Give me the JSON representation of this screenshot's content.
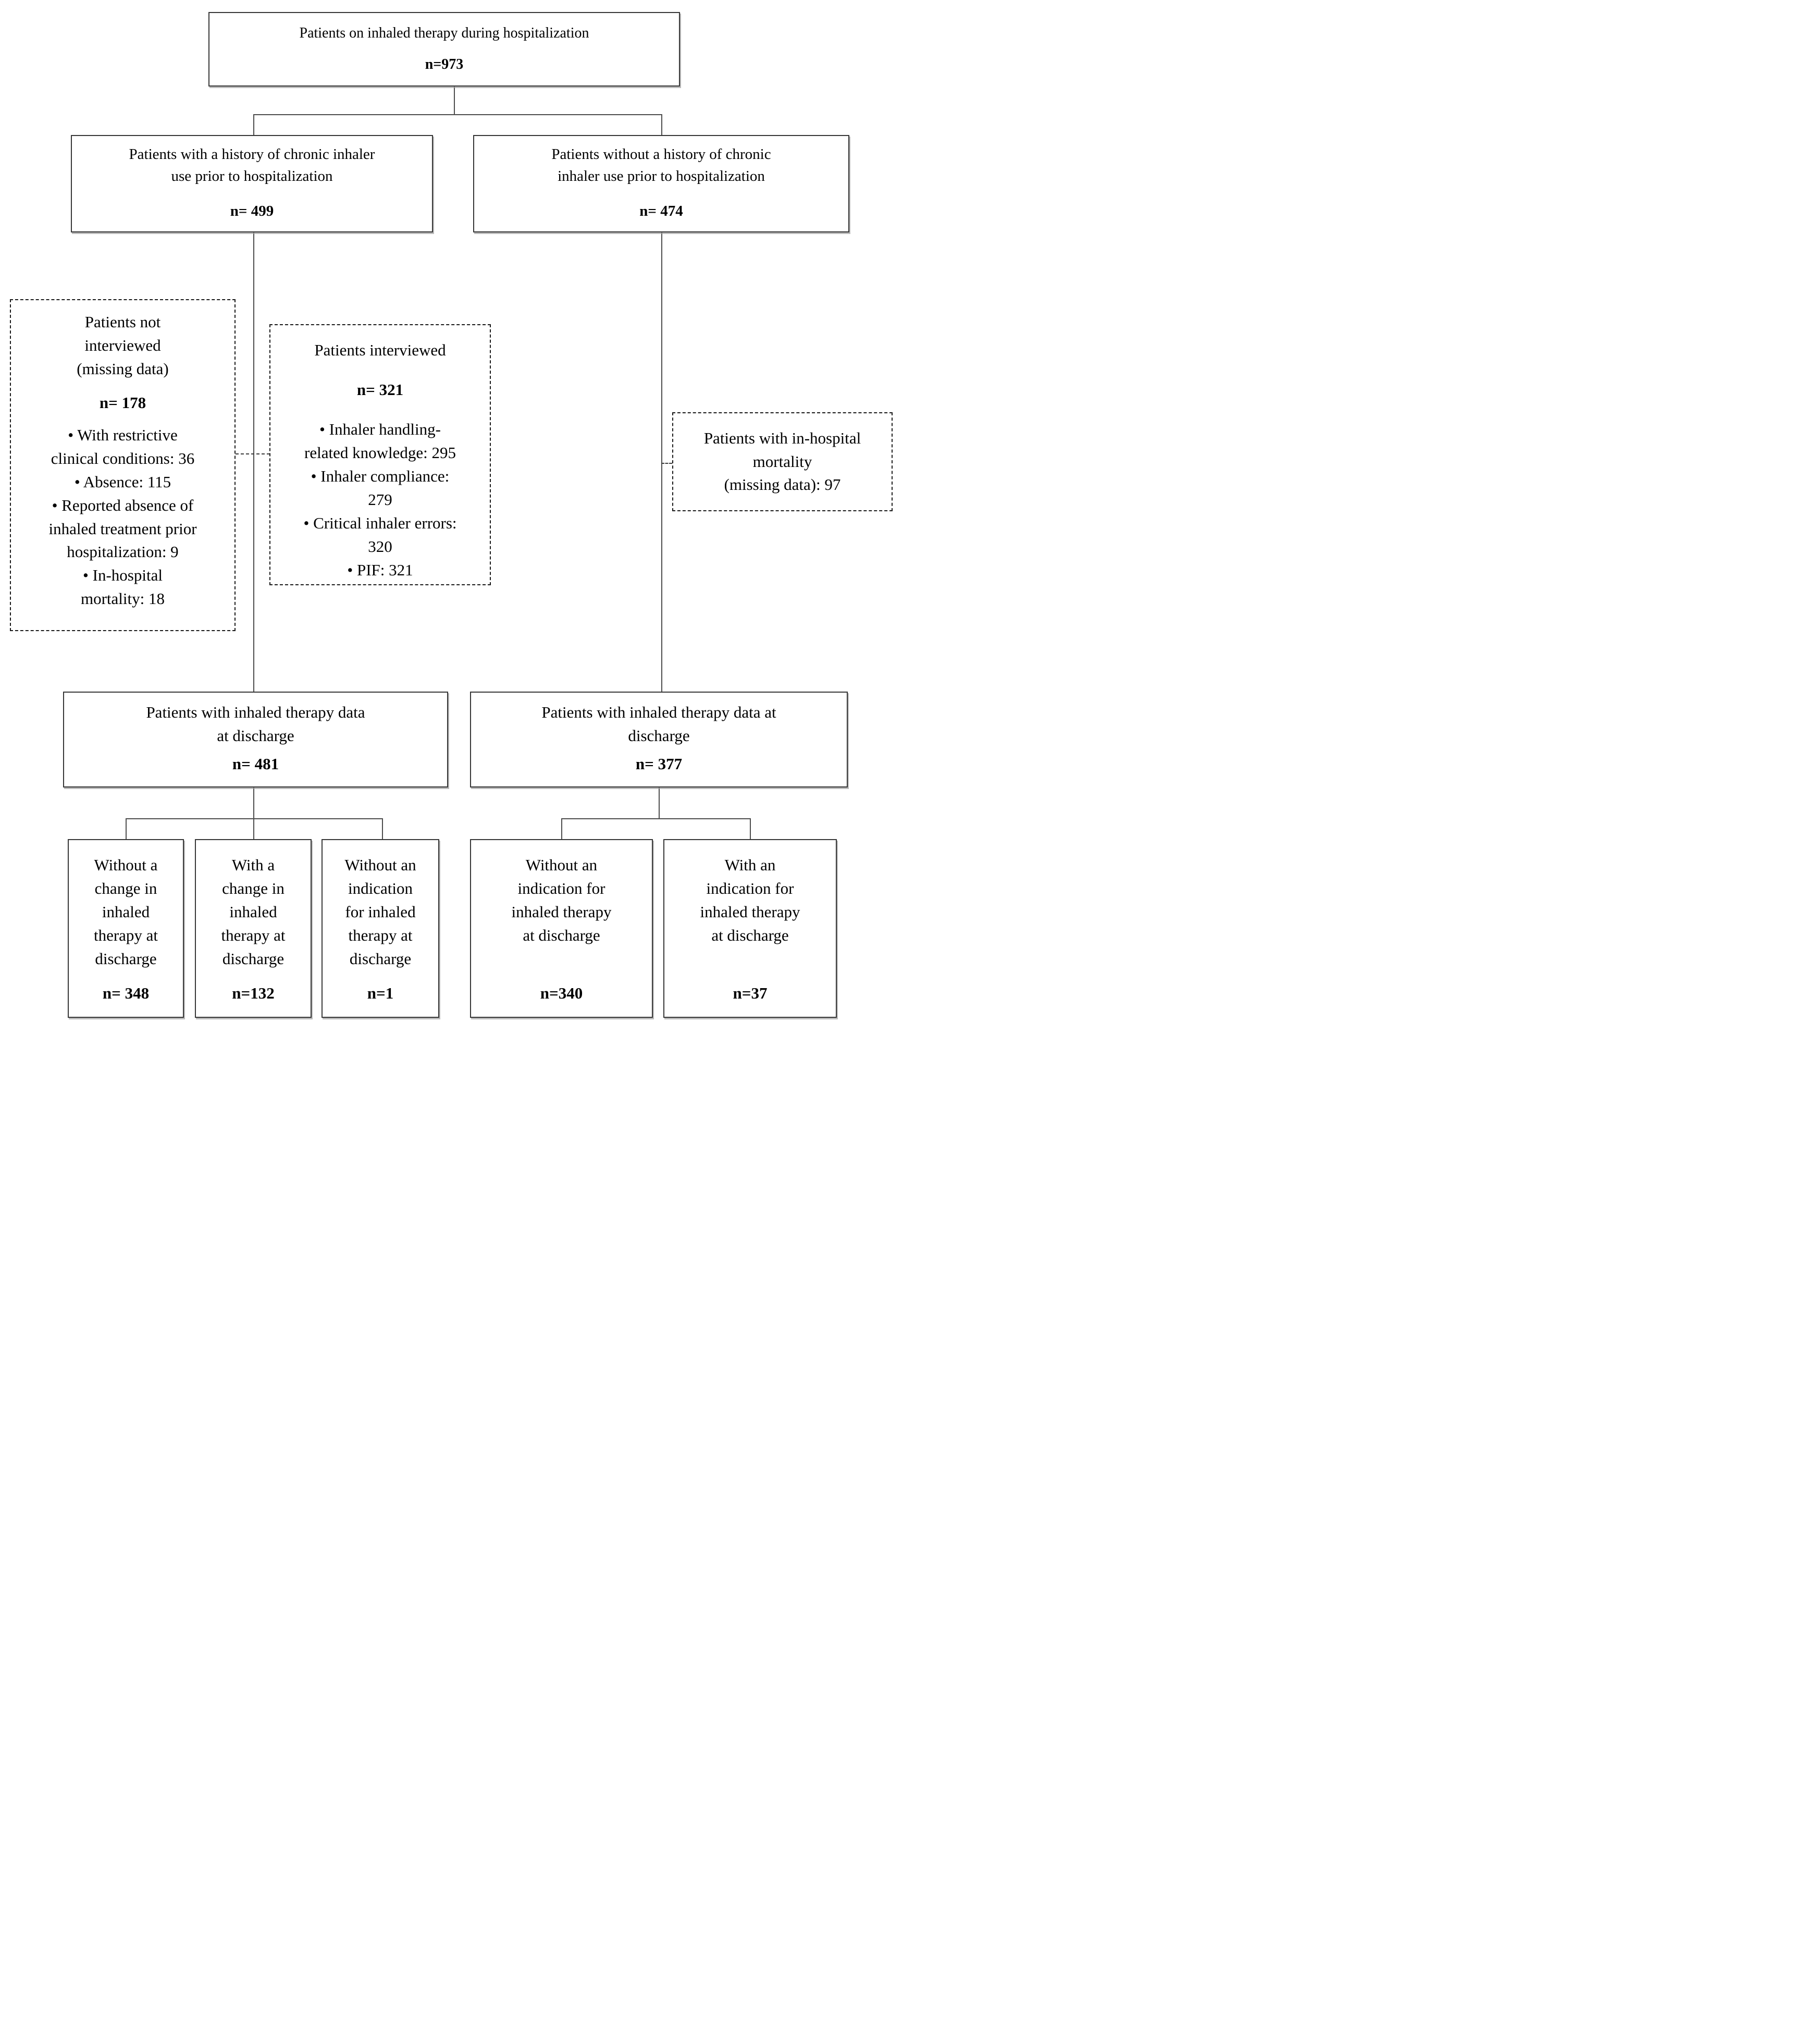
{
  "figure": {
    "colors": {
      "background": "#ffffff",
      "text": "#000000",
      "box_border": "#373737",
      "dashed_border": "#1a1a1a",
      "connector": "#4d4d4d"
    }
  },
  "nodes": {
    "root": {
      "title": "Patients on inhaled therapy during hospitalization",
      "n": "n=973"
    },
    "with_history": {
      "title_lines": [
        "Patients with a history of chronic inhaler",
        "use prior to hospitalization"
      ],
      "n": "n= 499"
    },
    "without_history": {
      "title_lines": [
        "Patients without a history of chronic",
        "inhaler use prior to hospitalization"
      ],
      "n": "n= 474"
    },
    "not_interviewed": {
      "title_lines": [
        "Patients not",
        "interviewed",
        "(missing data)"
      ],
      "n": "n= 178",
      "body_lines": [
        "• With restrictive",
        "clinical conditions: 36",
        "• Absence: 115",
        "• Reported absence of",
        "inhaled treatment prior",
        "hospitalization: 9",
        "• In-hospital",
        "mortality: 18"
      ]
    },
    "interviewed": {
      "title": "Patients interviewed",
      "n": "n= 321",
      "body_lines": [
        "• Inhaler handling-",
        "related knowledge: 295",
        "• Inhaler compliance:",
        "279",
        "• Critical inhaler errors:",
        "320",
        "• PIF: 321"
      ]
    },
    "in_hospital_mortality": {
      "title_lines": [
        "Patients with in-hospital",
        "mortality",
        "(missing data): 97"
      ]
    },
    "discharge_with_history": {
      "title_lines": [
        "Patients with inhaled therapy data",
        "at discharge"
      ],
      "n": "n= 481"
    },
    "discharge_without_history": {
      "title_lines": [
        "Patients with inhaled therapy data at",
        "discharge"
      ],
      "n": "n= 377"
    },
    "without_change": {
      "title_lines": [
        "Without a",
        "change in",
        "inhaled",
        "therapy at",
        "discharge"
      ],
      "n": "n= 348"
    },
    "with_change": {
      "title_lines": [
        "With a",
        "change in",
        "inhaled",
        "therapy at",
        "discharge"
      ],
      "n": "n=132"
    },
    "without_indication_left": {
      "title_lines": [
        "Without an",
        "indication",
        "for inhaled",
        "therapy at",
        "discharge"
      ],
      "n": "n=1"
    },
    "without_indication_right": {
      "title_lines": [
        "Without an",
        "indication for",
        "inhaled therapy",
        "at discharge"
      ],
      "n": "n=340"
    },
    "with_indication": {
      "title_lines": [
        "With an",
        "indication for",
        "inhaled therapy",
        "at discharge"
      ],
      "n": "n=37"
    }
  }
}
